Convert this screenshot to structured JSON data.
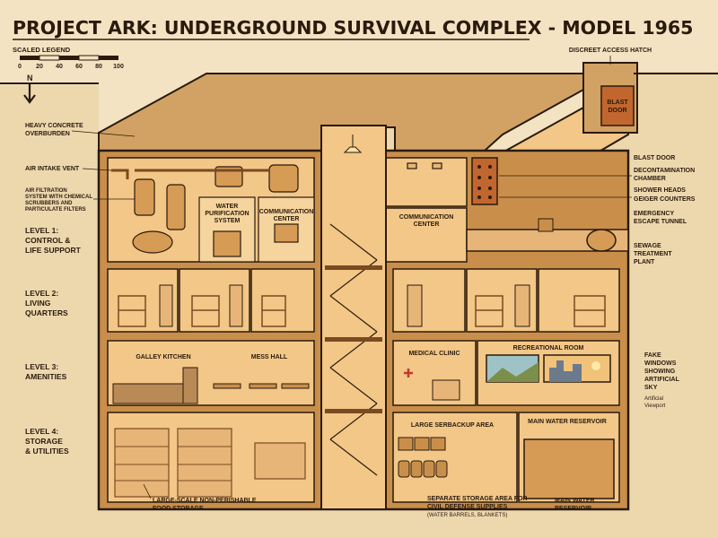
{
  "title": "PROJECT ARK: UNDERGROUND SURVIVAL COMPLEX - MODEL 1965",
  "legend": {
    "heading": "SCALED LEGEND",
    "ticks": [
      "0",
      "20",
      "40",
      "60",
      "80",
      "100"
    ],
    "north": "N"
  },
  "levels": [
    {
      "line1": "LEVEL 1:",
      "line2": "CONTROL &",
      "line3": "LIFE SUPPORT"
    },
    {
      "line1": "LEVEL 2:",
      "line2": "LIVING",
      "line3": "QUARTERS"
    },
    {
      "line1": "LEVEL 3:",
      "line2": "AMENITIES",
      "line3": ""
    },
    {
      "line1": "LEVEL 4:",
      "line2": "STORAGE",
      "line3": "& UTILITIES"
    }
  ],
  "callouts_left": {
    "overburden": [
      "HEAVY CONCRETE",
      "OVERBURDEN"
    ],
    "air_intake": [
      "AIR INTAKE VENT"
    ],
    "filtration": [
      "AIR FILTRATION",
      "SYSTEM WITH CHEMICAL",
      "SCRUBBERS AND",
      "PARTICULATE FILTERS"
    ]
  },
  "callouts_right": {
    "hatch": "DISCREET ACCESS HATCH",
    "blast_door": "BLAST DOOR",
    "decon": [
      "DECONTAMINATION",
      "CHAMBER"
    ],
    "shower": "SHOWER HEADS",
    "geiger": "GEIGER COUNTERS",
    "escape": [
      "EMERGENCY",
      "ESCAPE TUNNEL"
    ],
    "sewage": [
      "SEWAGE",
      "TREATMENT",
      "PLANT"
    ],
    "fake_windows": [
      "FAKE",
      "WINDOWS",
      "SHOWING",
      "ARTIFICIAL",
      "SKY"
    ],
    "viewport": [
      "Artificial",
      "Viewport"
    ]
  },
  "rooms": {
    "blast_door_top": [
      "BLAST",
      "DOOR"
    ],
    "water_purification": [
      "WATER",
      "PURIFICATION",
      "SYSTEM"
    ],
    "comm_center_left": [
      "COMMUNICATION",
      "CENTER"
    ],
    "comm_center_right": [
      "COMMUNICATION",
      "CENTER"
    ],
    "galley": "GALLEY KITCHEN",
    "mess": "MESS HALL",
    "medical": "MEDICAL CLINIC",
    "recreation": "RECREATIONAL ROOM",
    "backup": "LARGE SERBACKUP AREA",
    "reservoir_room": "MAIN WATER RESERVOIR"
  },
  "callouts_bottom": {
    "food": [
      "LARGE-SCALE NON-PERISHABLE",
      "FOOD STORAGE"
    ],
    "civil": [
      "SEPARATE STORAGE AREA FOR",
      "CIVIL DEFENSE SUPPLIES",
      "(WATER BARRELS, BLANKETS)"
    ],
    "reservoir": [
      "MAIN WATER",
      "RESERVOIR"
    ]
  },
  "colors": {
    "paper": "#f3e3c2",
    "ink": "#2a1a0e",
    "wall": "#c98f4a",
    "room": "#f2c787",
    "dark": "#7a4a22"
  }
}
